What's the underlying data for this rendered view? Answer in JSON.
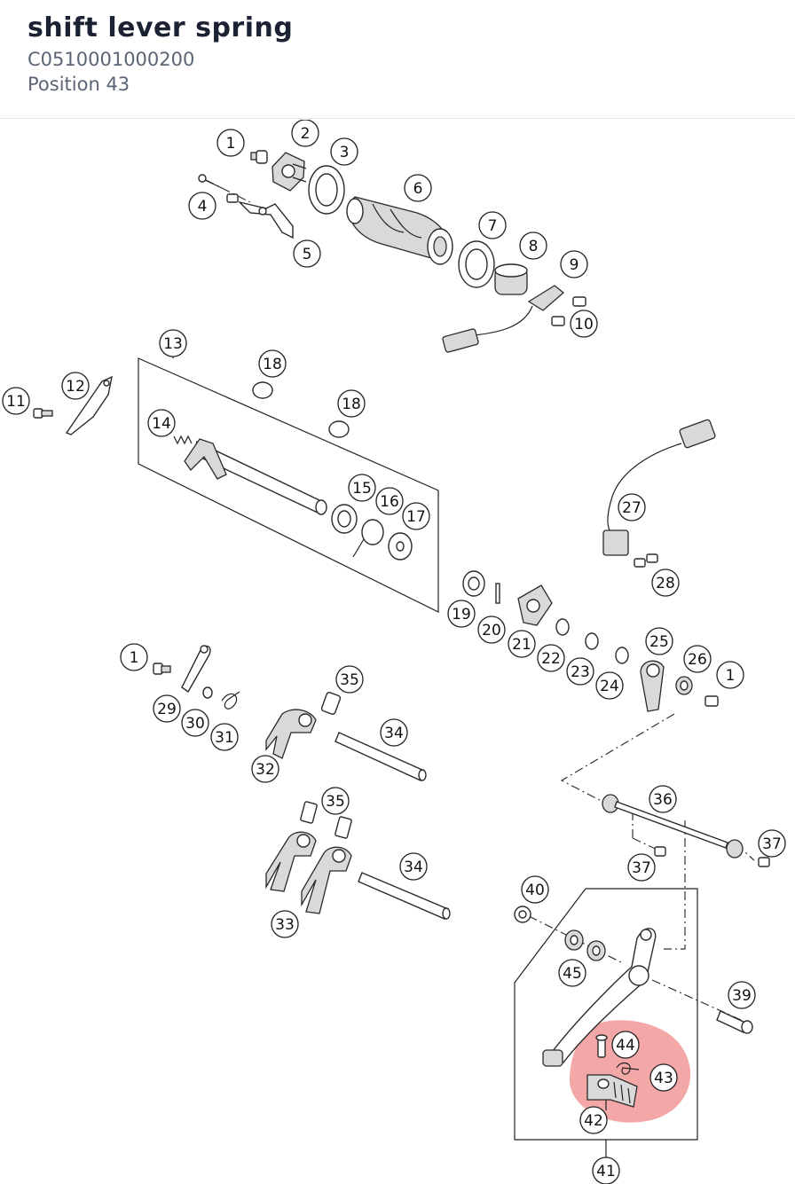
{
  "header": {
    "title": "shift lever spring",
    "part_number": "C0510001000200",
    "position": "Position 43"
  },
  "highlight": {
    "color": "#f08a8a",
    "selected_position": "43"
  },
  "callouts": [
    {
      "id": "c-1a",
      "label": "1"
    },
    {
      "id": "c-2",
      "label": "2"
    },
    {
      "id": "c-3",
      "label": "3"
    },
    {
      "id": "c-4",
      "label": "4"
    },
    {
      "id": "c-5",
      "label": "5"
    },
    {
      "id": "c-6",
      "label": "6"
    },
    {
      "id": "c-7",
      "label": "7"
    },
    {
      "id": "c-8",
      "label": "8"
    },
    {
      "id": "c-9",
      "label": "9"
    },
    {
      "id": "c-10",
      "label": "10"
    },
    {
      "id": "c-11",
      "label": "11"
    },
    {
      "id": "c-12",
      "label": "12"
    },
    {
      "id": "c-13",
      "label": "13"
    },
    {
      "id": "c-14",
      "label": "14"
    },
    {
      "id": "c-18a",
      "label": "18"
    },
    {
      "id": "c-18b",
      "label": "18"
    },
    {
      "id": "c-15",
      "label": "15"
    },
    {
      "id": "c-16",
      "label": "16"
    },
    {
      "id": "c-17",
      "label": "17"
    },
    {
      "id": "c-27",
      "label": "27"
    },
    {
      "id": "c-28",
      "label": "28"
    },
    {
      "id": "c-19",
      "label": "19"
    },
    {
      "id": "c-20",
      "label": "20"
    },
    {
      "id": "c-21",
      "label": "21"
    },
    {
      "id": "c-22",
      "label": "22"
    },
    {
      "id": "c-23",
      "label": "23"
    },
    {
      "id": "c-24",
      "label": "24"
    },
    {
      "id": "c-25",
      "label": "25"
    },
    {
      "id": "c-26",
      "label": "26"
    },
    {
      "id": "c-1c",
      "label": "1"
    },
    {
      "id": "c-1b",
      "label": "1"
    },
    {
      "id": "c-29",
      "label": "29"
    },
    {
      "id": "c-30",
      "label": "30"
    },
    {
      "id": "c-31",
      "label": "31"
    },
    {
      "id": "c-32",
      "label": "32"
    },
    {
      "id": "c-35a",
      "label": "35"
    },
    {
      "id": "c-34a",
      "label": "34"
    },
    {
      "id": "c-36",
      "label": "36"
    },
    {
      "id": "c-37a",
      "label": "37"
    },
    {
      "id": "c-37b",
      "label": "37"
    },
    {
      "id": "c-35b",
      "label": "35"
    },
    {
      "id": "c-34b",
      "label": "34"
    },
    {
      "id": "c-33",
      "label": "33"
    },
    {
      "id": "c-40",
      "label": "40"
    },
    {
      "id": "c-45",
      "label": "45"
    },
    {
      "id": "c-39",
      "label": "39"
    },
    {
      "id": "c-44",
      "label": "44"
    },
    {
      "id": "c-43",
      "label": "43"
    },
    {
      "id": "c-42",
      "label": "42"
    },
    {
      "id": "c-41",
      "label": "41"
    }
  ]
}
